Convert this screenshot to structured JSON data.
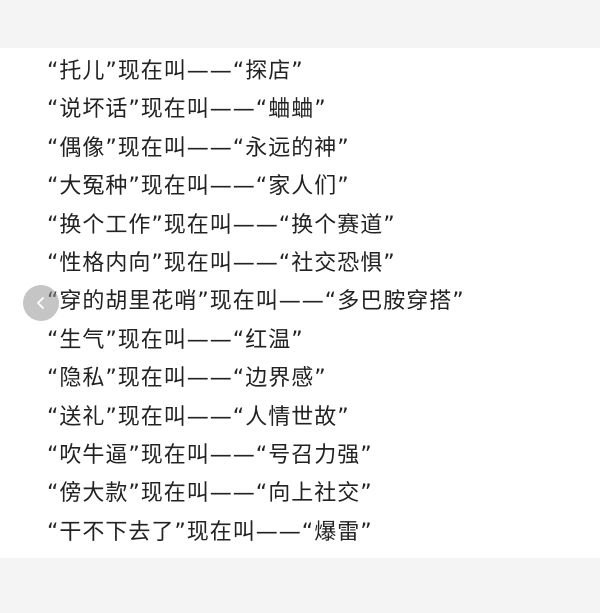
{
  "lines": [
    "“托儿”现在叫——“探店”",
    "“说坏话”现在叫——“蛐蛐”",
    "“偶像”现在叫——“永远的神”",
    "“大冤种”现在叫——“家人们”",
    "“换个工作”现在叫——“换个赛道”",
    "“性格内向”现在叫——“社交恐惧”",
    "“穿的胡里花哨”现在叫——“多巴胺穿搭”",
    "“生气”现在叫——“红温”",
    "“隐私”现在叫——“边界感”",
    "“送礼”现在叫——“人情世故”",
    "“吹牛逼”现在叫——“号召力强”",
    "“傍大款”现在叫——“向上社交”",
    "“干不下去了”现在叫——“爆雷”"
  ],
  "icons": {
    "prev": "chevron-left-icon"
  },
  "colors": {
    "text": "#222222",
    "band": "#f4f4f4",
    "arrow_bg": "#969696"
  }
}
